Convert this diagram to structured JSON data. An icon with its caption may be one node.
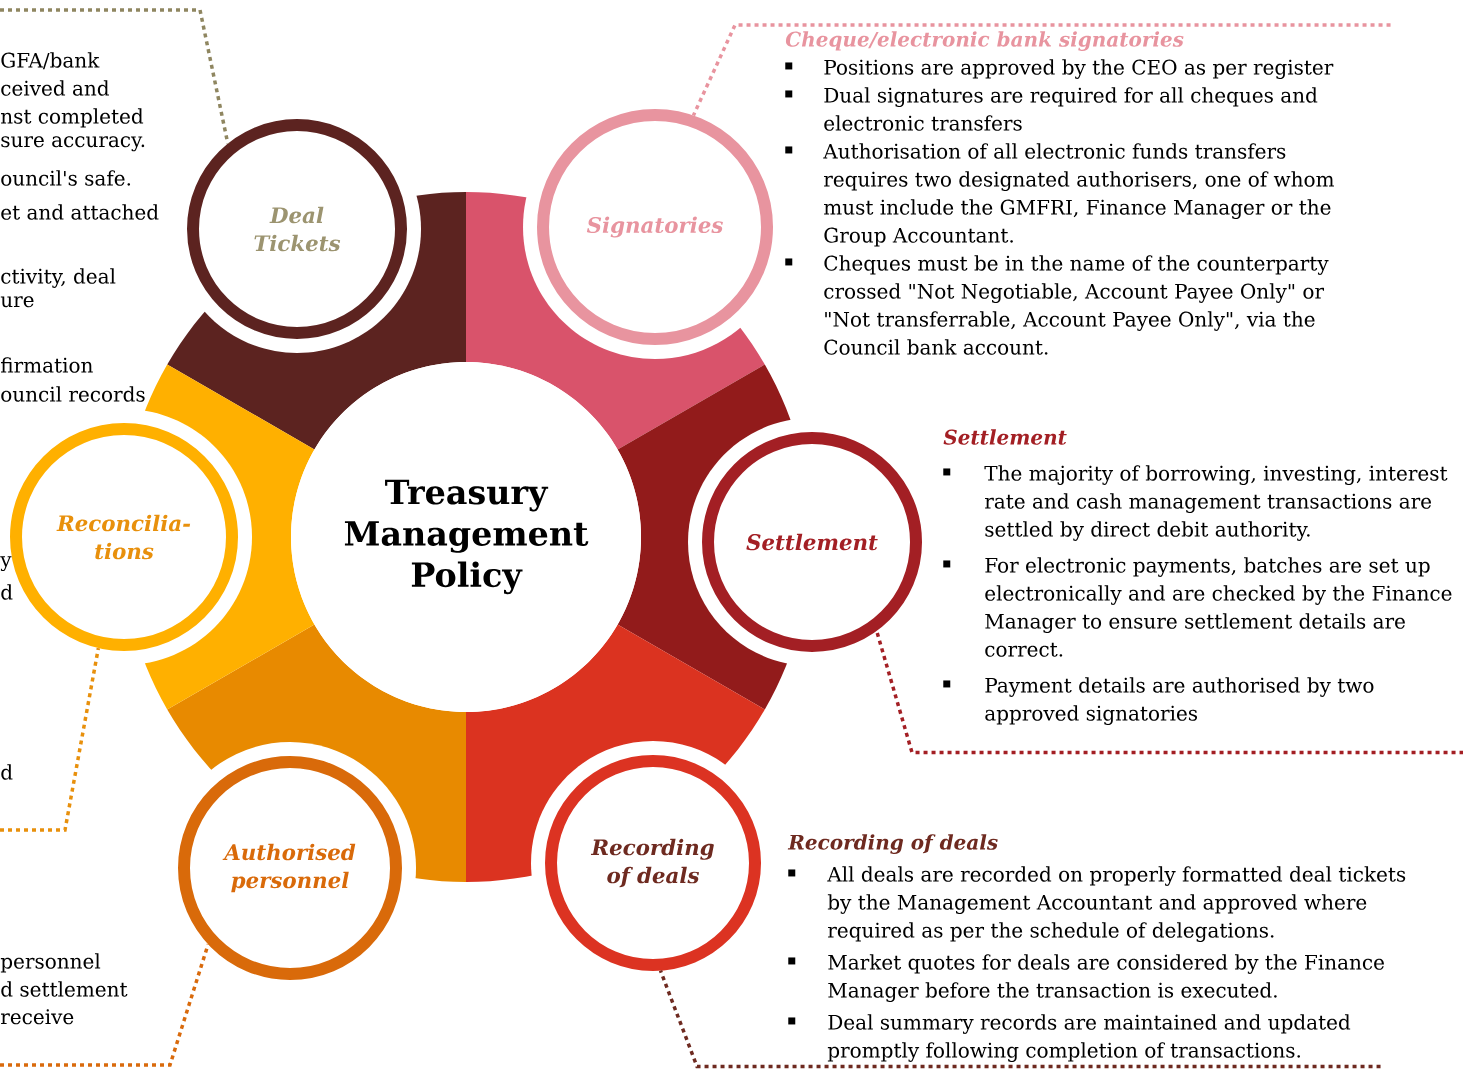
{
  "diagram": {
    "nodes": [
      {
        "text": [
          "Treasury Management Policy"
        ]
      },
      {
        "text": [
          "Deal Tickets"
        ]
      },
      {
        "text": [
          "Signatories"
        ]
      },
      {
        "text": [
          "Settlement"
        ]
      },
      {
        "text": [
          "Recording of deals"
        ]
      },
      {
        "text": [
          "Authorised personnel"
        ]
      },
      {
        "text": [
          "Reconcilia- tions"
        ]
      },
      {
        "text": [
          "Cheque/electronic bank signatories",
          "Positions are approved by the CEO as per register",
          "Dual signatures are required for all cheques and electronic transfers",
          "Authorisation of all electronic funds transfers requires two designated authorisers, one of whom must include the GMFRI, Finance Manager or the Group Accountant.",
          "Cheques must be in the name of the counterparty crossed \"Not Negotiable, Account Payee Only\" or \"Not transferrable, Account Payee Only\", via the Council bank account."
        ]
      },
      {
        "text": [
          "Settlement",
          "The majority of borrowing, investing, interest rate and cash management transactions are settled by direct debit authority.",
          "For electronic payments, batches are set up electronically and are checked by the Finance Manager to ensure settlement details are correct.",
          "Payment details are authorised by two approved signatories"
        ]
      },
      {
        "text": [
          "Recording of deals",
          "All deals are recorded on properly formatted deal tickets by the Management Accountant and approved where required as per the schedule of delegations.",
          "Market quotes for deals are considered by the Finance Manager before the transaction is executed.",
          "Deal summary records are maintained and updated promptly following completion of transactions."
        ]
      }
    ],
    "edges": [
      {
        "from": 7,
        "to": 2,
        "arrow": "none",
        "style": "dashed",
        "color": "#e8949f"
      },
      {
        "from": 8,
        "to": 3,
        "arrow": "none",
        "style": "dashed",
        "color": "#a31f24"
      },
      {
        "from": 9,
        "to": 4,
        "arrow": "none",
        "style": "dashed",
        "color": "#6e2a20"
      },
      {
        "from": null,
        "to": 1,
        "arrow": "none",
        "style": "dashed",
        "color": "#8f8660"
      },
      {
        "from": null,
        "to": 6,
        "arrow": "none",
        "style": "dashed",
        "color": "#e8900c"
      },
      {
        "from": null,
        "to": 5,
        "arrow": "none",
        "style": "dashed",
        "color": "#d96a0c"
      }
    ],
    "labels": [
      "GFA/bank",
      "ceived and",
      "nst completed",
      "sure accuracy.",
      "ouncil's safe.",
      "et and attached",
      "ctivity, deal",
      "ure",
      "firmation",
      "ouncil records",
      "y",
      "d",
      "d",
      "personnel",
      "d settlement",
      "receive"
    ]
  }
}
